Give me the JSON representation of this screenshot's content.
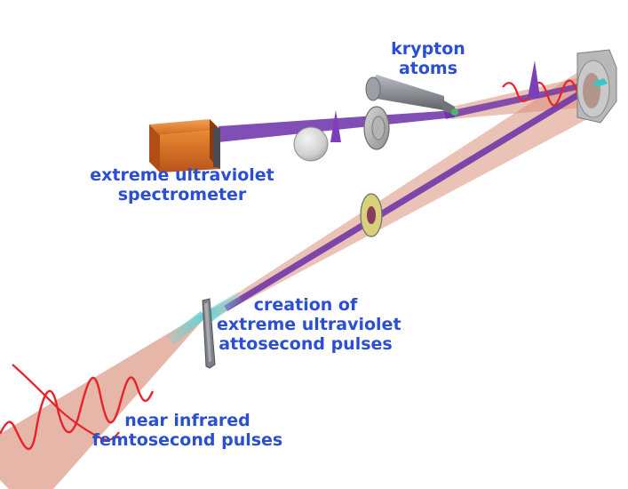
{
  "labels": {
    "krypton": [
      "krypton",
      "atoms"
    ],
    "spectrometer": [
      "extreme ultraviolet",
      "spectrometer"
    ],
    "creation": [
      "creation of",
      "extreme ultraviolet",
      "attosecond pulses"
    ],
    "infrared": [
      "near infrared",
      "femtosecond pulses"
    ]
  },
  "colors": {
    "label_text": "#2a4fd0",
    "infrared_beam": "#d9907a",
    "infrared_wave": "#e8212a",
    "xuv_beam": "#6a2fa8",
    "xuv_cone": "#5fd3d6",
    "spectrometer_body": "#e07a22",
    "background": "#ffffff"
  },
  "icons": [
    "spectrometer-box",
    "grating-sphere",
    "mirror-disc",
    "gas-nozzle",
    "gas-cell-needle",
    "filter-disc",
    "focusing-mirror"
  ]
}
